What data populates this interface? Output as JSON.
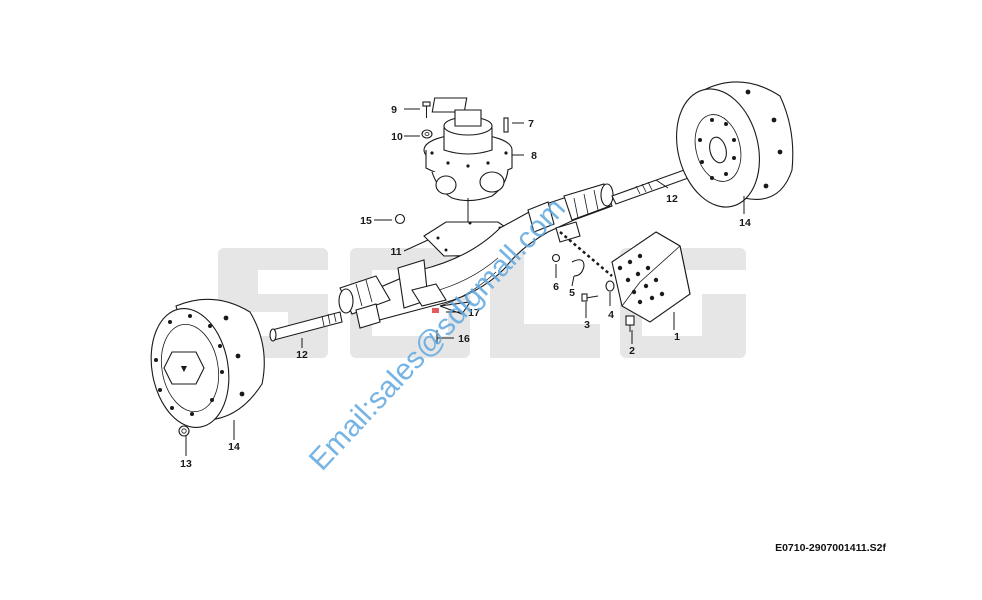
{
  "watermark": {
    "logo_text": "SDLG",
    "email_text": "Email:sales@sdlgmall.com",
    "logo_color": "#e6e6e6",
    "email_color": "#5ea8e0"
  },
  "drawing_code": "E0710-2907001411.S2f",
  "callouts": [
    "9",
    "10",
    "7",
    "8",
    "15",
    "11",
    "12",
    "14",
    "6",
    "5",
    "4",
    "3",
    "2",
    "1",
    "17",
    "16",
    "12",
    "14",
    "13"
  ]
}
